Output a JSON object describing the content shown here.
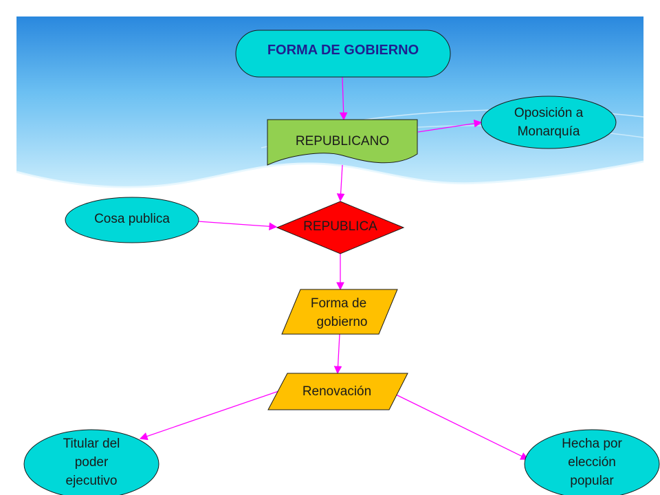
{
  "diagram": {
    "title": "FORMA DE GOBIERNO",
    "republicano": "REPUBLICANO",
    "oposicion": [
      "Oposición a",
      "Monarquía"
    ],
    "cosa_publica": "Cosa publica",
    "republica": "REPUBLICA",
    "forma": [
      "Forma de",
      "gobierno"
    ],
    "renovacion": "Renovación",
    "titular": [
      "Titular del",
      "poder",
      "ejecutivo"
    ],
    "hecha": [
      "Hecha por",
      "elección",
      "popular"
    ]
  },
  "colors": {
    "background_top": "#2f8fe0",
    "background_light": "#bfe6fb",
    "cyan_shape": "#00d8d8",
    "green_shape": "#92d050",
    "red_shape": "#ff0000",
    "orange_shape": "#ffc000",
    "connector": "#ff00ff"
  }
}
